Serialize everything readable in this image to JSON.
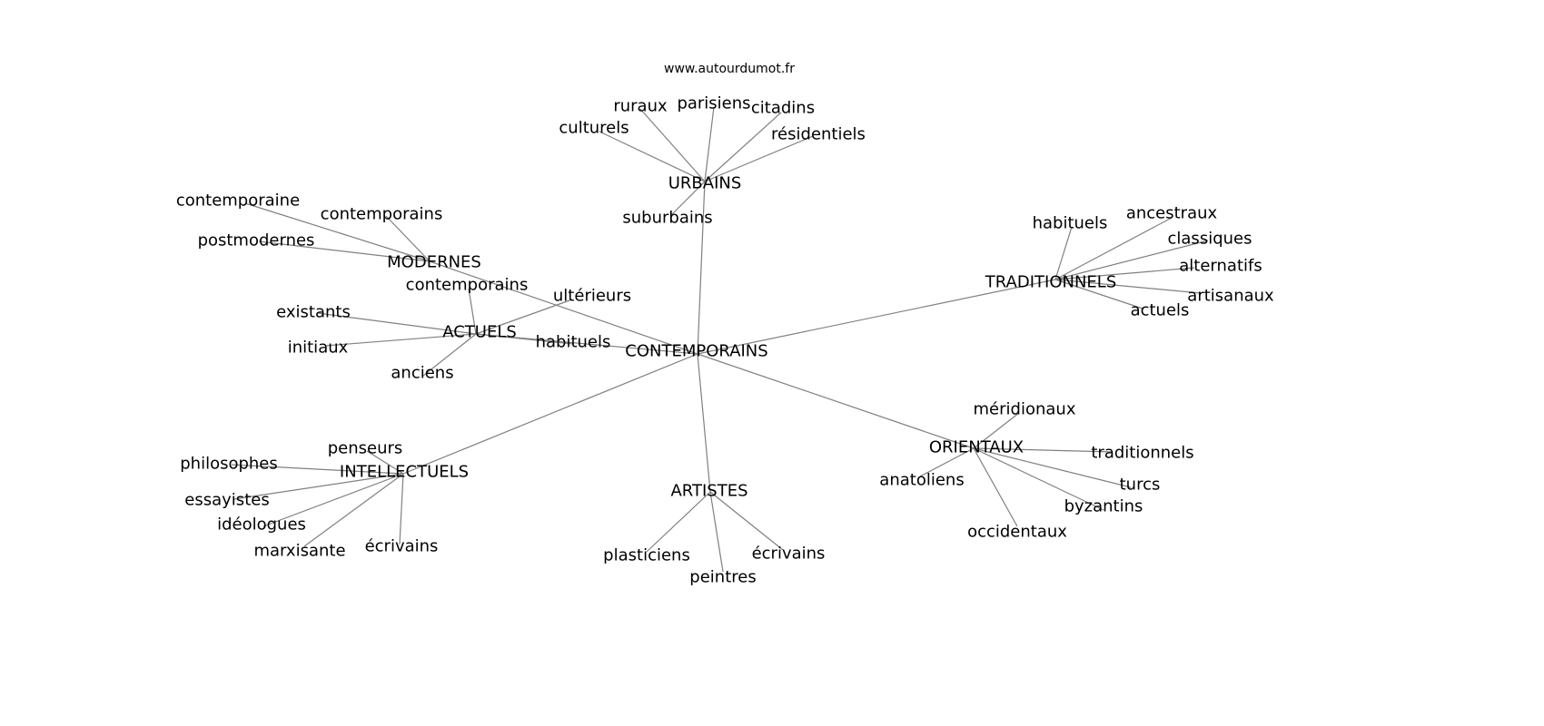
{
  "title": "www.autourdumot.fr",
  "edge_color": "#808080",
  "nodes": {
    "contemporains_c": "CONTEMPORAINS",
    "urbains": "URBAINS",
    "culturels": "culturels",
    "ruraux": "ruraux",
    "parisiens": "parisiens",
    "citadins": "citadins",
    "residentiels": "résidentiels",
    "suburbains": "suburbains",
    "modernes": "MODERNES",
    "contemporaine": "contemporaine",
    "contemporains_m": "contemporains",
    "postmodernes": "postmodernes",
    "actuels_c": "ACTUELS",
    "contemporains_a": "contemporains",
    "ulterieurs": "ultérieurs",
    "existants": "existants",
    "initiaux": "initiaux",
    "anciens": "anciens",
    "habituels_a": "habituels",
    "traditionnels_c": "TRADITIONNELS",
    "habituels_t": "habituels",
    "ancestraux": "ancestraux",
    "classiques": "classiques",
    "alternatifs": "alternatifs",
    "artisanaux": "artisanaux",
    "actuels_t": "actuels",
    "orientaux": "ORIENTAUX",
    "meridionaux": "méridionaux",
    "traditionnels_o": "traditionnels",
    "anatoliens": "anatoliens",
    "turcs": "turcs",
    "byzantins": "byzantins",
    "occidentaux": "occidentaux",
    "artistes": "ARTISTES",
    "plasticiens": "plasticiens",
    "peintres": "peintres",
    "ecrivains_a": "écrivains",
    "intellectuels": "INTELLECTUELS",
    "penseurs": "penseurs",
    "philosophes": "philosophes",
    "essayistes": "essayistes",
    "ideologues": "idéologues",
    "marxisante": "marxisante",
    "ecrivains_i": "écrivains"
  },
  "edges": [
    [
      "contemporains_c",
      "urbains"
    ],
    [
      "contemporains_c",
      "modernes"
    ],
    [
      "contemporains_c",
      "actuels_c"
    ],
    [
      "contemporains_c",
      "traditionnels_c"
    ],
    [
      "contemporains_c",
      "orientaux"
    ],
    [
      "contemporains_c",
      "artistes"
    ],
    [
      "contemporains_c",
      "intellectuels"
    ],
    [
      "urbains",
      "culturels"
    ],
    [
      "urbains",
      "ruraux"
    ],
    [
      "urbains",
      "parisiens"
    ],
    [
      "urbains",
      "citadins"
    ],
    [
      "urbains",
      "residentiels"
    ],
    [
      "urbains",
      "suburbains"
    ],
    [
      "modernes",
      "contemporaine"
    ],
    [
      "modernes",
      "contemporains_m"
    ],
    [
      "modernes",
      "postmodernes"
    ],
    [
      "actuels_c",
      "contemporains_a"
    ],
    [
      "actuels_c",
      "ulterieurs"
    ],
    [
      "actuels_c",
      "existants"
    ],
    [
      "actuels_c",
      "initiaux"
    ],
    [
      "actuels_c",
      "anciens"
    ],
    [
      "actuels_c",
      "habituels_a"
    ],
    [
      "traditionnels_c",
      "habituels_t"
    ],
    [
      "traditionnels_c",
      "ancestraux"
    ],
    [
      "traditionnels_c",
      "classiques"
    ],
    [
      "traditionnels_c",
      "alternatifs"
    ],
    [
      "traditionnels_c",
      "artisanaux"
    ],
    [
      "traditionnels_c",
      "actuels_t"
    ],
    [
      "orientaux",
      "meridionaux"
    ],
    [
      "orientaux",
      "traditionnels_o"
    ],
    [
      "orientaux",
      "anatoliens"
    ],
    [
      "orientaux",
      "turcs"
    ],
    [
      "orientaux",
      "byzantins"
    ],
    [
      "orientaux",
      "occidentaux"
    ],
    [
      "artistes",
      "plasticiens"
    ],
    [
      "artistes",
      "peintres"
    ],
    [
      "artistes",
      "ecrivains_a"
    ],
    [
      "intellectuels",
      "penseurs"
    ],
    [
      "intellectuels",
      "philosophes"
    ],
    [
      "intellectuels",
      "essayistes"
    ],
    [
      "intellectuels",
      "ideologues"
    ],
    [
      "intellectuels",
      "marxisante"
    ],
    [
      "intellectuels",
      "ecrivains_i"
    ]
  ]
}
